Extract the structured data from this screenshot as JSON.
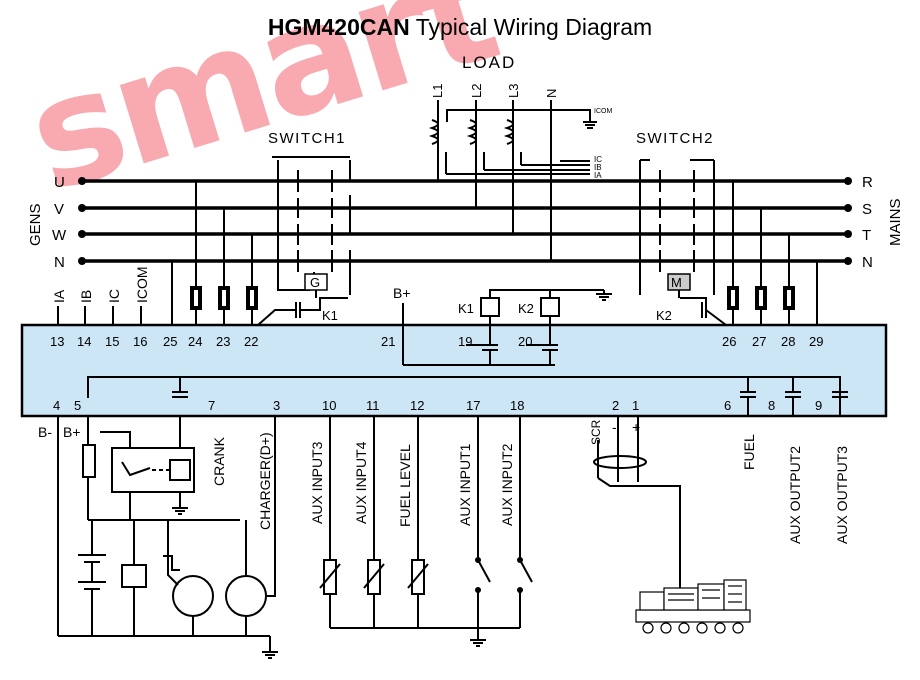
{
  "title": {
    "bold": "HGM420CAN",
    "rest": " Typical Wiring Diagram"
  },
  "watermark": "smart",
  "colors": {
    "module_fill": "#cde6f5",
    "watermark": "#ee2233",
    "line": "#000000"
  },
  "load": {
    "label": "LOAD",
    "phases": [
      "L1",
      "L2",
      "L3",
      "N"
    ]
  },
  "ct_labels": {
    "icom": "ICOM",
    "ic": "IC",
    "ib": "IB",
    "ia": "IA"
  },
  "gens": {
    "label": "GENS",
    "lines": [
      "U",
      "V",
      "W",
      "N"
    ]
  },
  "mains": {
    "label": "MAINS",
    "lines": [
      "R",
      "S",
      "T",
      "N"
    ]
  },
  "switches": {
    "switch1": "SWITCH1",
    "switch2": "SWITCH2",
    "g": "G",
    "m": "M"
  },
  "relays": {
    "k1": "K1",
    "k2": "K2",
    "bplus": "B+"
  },
  "top_inputs": [
    "IA",
    "IB",
    "IC",
    "ICOM"
  ],
  "top_terminals": [
    "13",
    "14",
    "15",
    "16",
    "25",
    "24",
    "23",
    "22",
    "21",
    "19",
    "20",
    "26",
    "27",
    "28",
    "29"
  ],
  "bottom_terminals": [
    "4",
    "5",
    "7",
    "3",
    "10",
    "11",
    "12",
    "17",
    "18",
    "2",
    "1",
    "6",
    "8",
    "9"
  ],
  "battery": {
    "minus": "B-",
    "plus": "B+"
  },
  "bottom_labels": {
    "crank": "CRANK",
    "charger": "CHARGER(D+)",
    "aux3": "AUX INPUT3",
    "aux4": "AUX INPUT4",
    "fuel_level": "FUEL LEVEL",
    "aux1": "AUX INPUT1",
    "aux2": "AUX INPUT2",
    "scr": "SCR",
    "minus": "-",
    "plus": "+",
    "fuel": "FUEL",
    "out2": "AUX OUTPUT2",
    "out3": "AUX OUTPUT3"
  }
}
